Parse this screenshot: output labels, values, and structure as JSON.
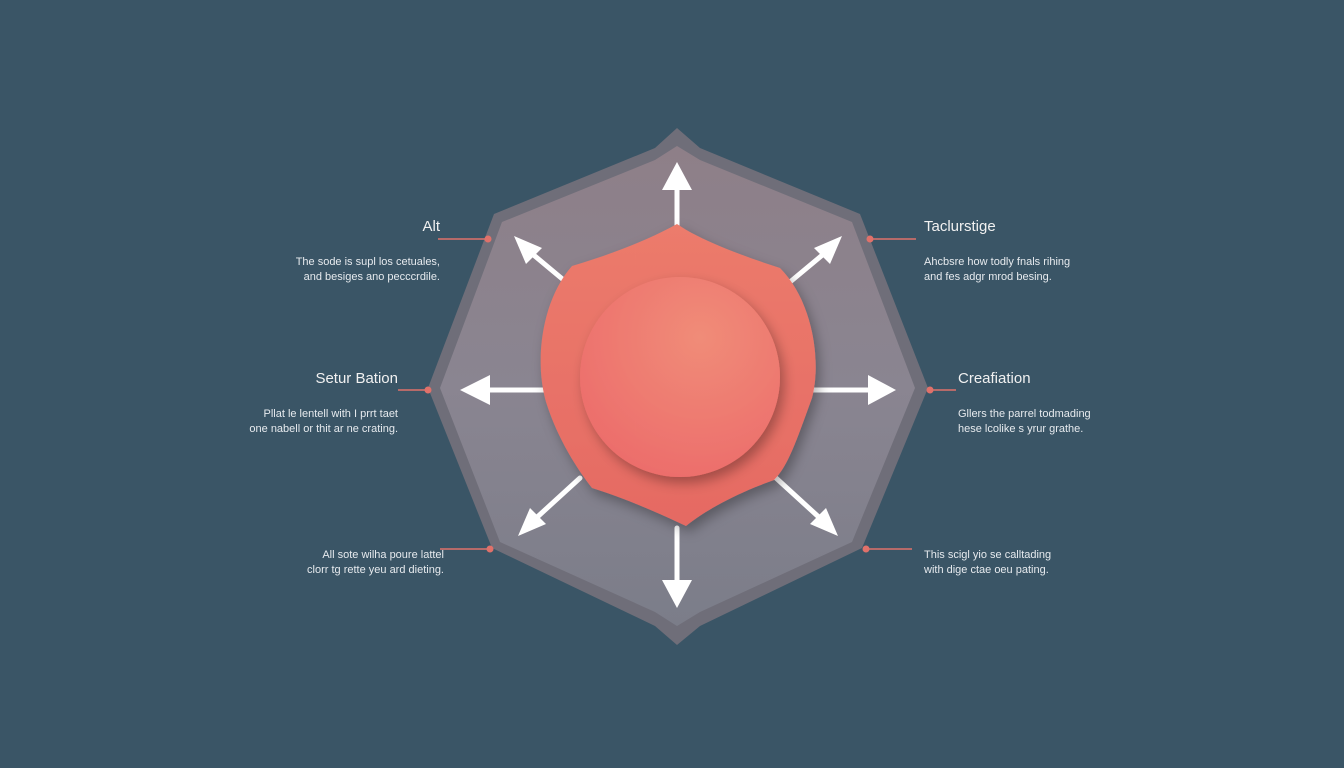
{
  "colors": {
    "background": "#3a5566",
    "octagon": "#8d858f",
    "octagon_dark": "#6f6e7a",
    "shield": "#ea776c",
    "circle": "#f07f74",
    "arrow": "#ffffff",
    "connector": "#e0716a"
  },
  "labels": {
    "top_left": {
      "title": "Alt",
      "lines": [
        "The sode is supl los cetuales,",
        "and besiges ano pecccrdile."
      ]
    },
    "top_right": {
      "title": "Taclurstige",
      "lines": [
        "Ahcbsre how todly fnals rihing",
        "and fes adgr mrod besing."
      ]
    },
    "middle_left": {
      "title": "Setur Bation",
      "lines": [
        "Pllat le lentell with I prrt taet",
        "one nabell or thit ar ne crating."
      ]
    },
    "middle_right": {
      "title": "Creafiation",
      "lines": [
        "Gllers the parrel todmading",
        "hese lcolike s yrur grathe."
      ]
    },
    "bottom_left": {
      "title": "",
      "lines": [
        "All sote wilha poure lattel",
        "clorr tg rette yeu ard dieting."
      ]
    },
    "bottom_right": {
      "title": "",
      "lines": [
        "This scigl yio se calltading",
        "with dige ctae oeu pating."
      ]
    }
  }
}
